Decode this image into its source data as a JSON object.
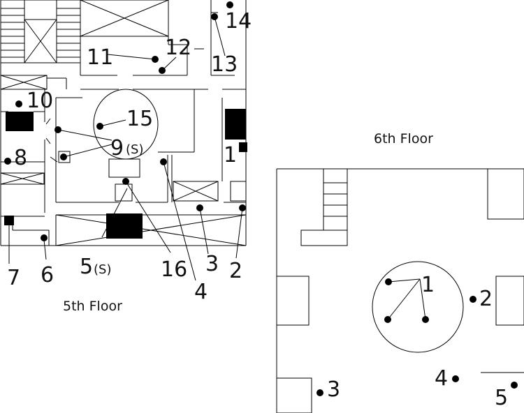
{
  "colors": {
    "ink": "#000000",
    "background": "#ffffff"
  },
  "floor5": {
    "caption": "5th Floor",
    "labels": {
      "l1": "1",
      "l2": "2",
      "l3": "3",
      "l4": "4",
      "l5": "5",
      "l5s": "(S)",
      "l6": "6",
      "l7": "7",
      "l8": "8",
      "l9": "9",
      "l9s": "(S)",
      "l10": "10",
      "l11": "11",
      "l12": "12",
      "l13": "13",
      "l14": "14",
      "l15": "15",
      "l16": "16"
    }
  },
  "floor6": {
    "caption": "6th Floor",
    "labels": {
      "l1": "1",
      "l2": "2",
      "l3": "3",
      "l4": "4",
      "l5": "5"
    }
  }
}
